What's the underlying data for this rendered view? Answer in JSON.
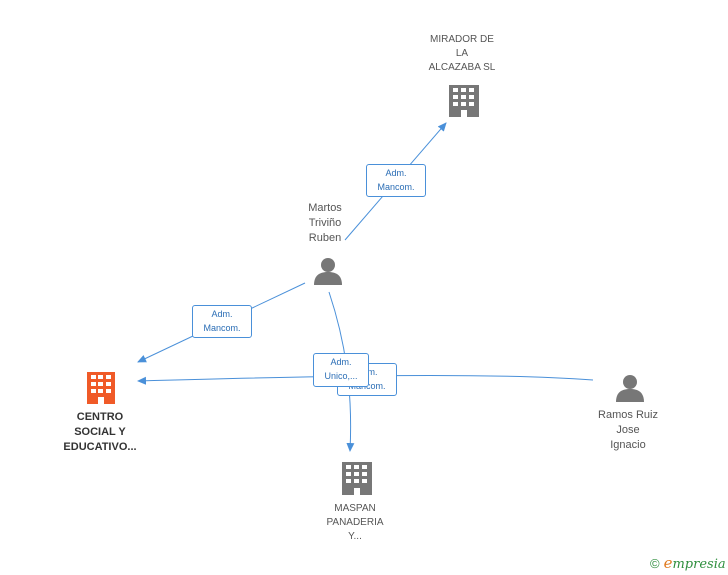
{
  "colors": {
    "edge": "#4a90d9",
    "node": "#777777",
    "focus_node": "#f05a28"
  },
  "nodes": {
    "mirador": {
      "label": "MIRADOR DE\nLA\nALCAZABA SL",
      "icon": "building-icon"
    },
    "martos": {
      "label": "Martos\nTriviño\nRuben",
      "icon": "person-icon"
    },
    "centro": {
      "label": "CENTRO\nSOCIAL Y\nEDUCATIVO...",
      "icon": "building-icon"
    },
    "maspan": {
      "label": "MASPAN\nPANADERIA\nY...",
      "icon": "building-icon"
    },
    "ramos": {
      "label": "Ramos Ruiz\nJose\nIgnacio",
      "icon": "person-icon"
    }
  },
  "edges": {
    "martos_mirador": "Adm.\nMancom.",
    "martos_centro": "Adm.\nMancom.",
    "ramos_centro": "Adm.\nMancom.",
    "martos_maspan": "Adm.\nUnico,..."
  },
  "footer": {
    "copyright": "©",
    "brand_initial": "e",
    "brand_rest": "mpresia"
  }
}
